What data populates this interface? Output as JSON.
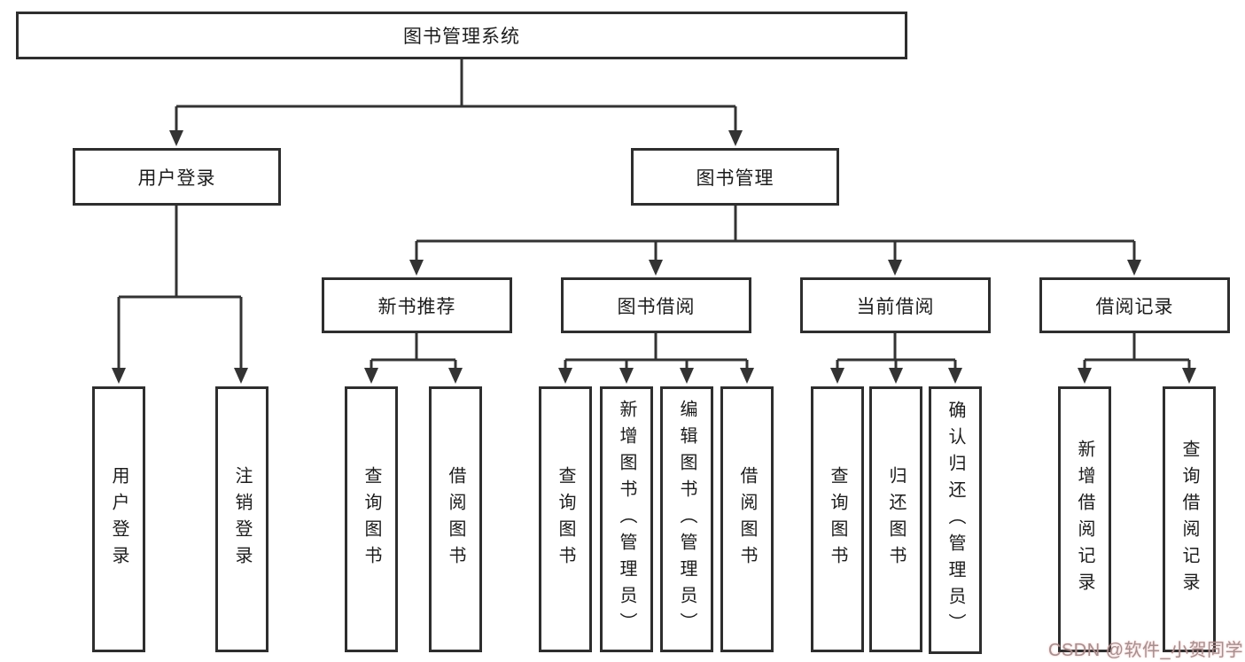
{
  "diagram": {
    "type": "hierarchy-tree",
    "root": {
      "label": "图书管理系统",
      "children": [
        {
          "label": "用户登录",
          "children": [
            {
              "label": "用户登录"
            },
            {
              "label": "注销登录"
            }
          ]
        },
        {
          "label": "图书管理",
          "children": [
            {
              "label": "新书推荐",
              "children": [
                {
                  "label": "查询图书"
                },
                {
                  "label": "借阅图书"
                }
              ]
            },
            {
              "label": "图书借阅",
              "children": [
                {
                  "label": "查询图书"
                },
                {
                  "label": "新增图书（管理员）"
                },
                {
                  "label": "编辑图书（管理员）"
                },
                {
                  "label": "借阅图书"
                }
              ]
            },
            {
              "label": "当前借阅",
              "children": [
                {
                  "label": "查询图书"
                },
                {
                  "label": "归还图书"
                },
                {
                  "label": "确认归还（管理员）"
                }
              ]
            },
            {
              "label": "借阅记录",
              "children": [
                {
                  "label": "新增借阅记录"
                },
                {
                  "label": "查询借阅记录"
                }
              ]
            }
          ]
        }
      ]
    },
    "colors": {
      "line": "#333333",
      "box_border": "#2e2e2e",
      "text": "#1c1c1c",
      "background": "#ffffff",
      "watermark": "#a59090"
    }
  },
  "watermark": {
    "text": "CSDN @软件_小贺同学"
  }
}
